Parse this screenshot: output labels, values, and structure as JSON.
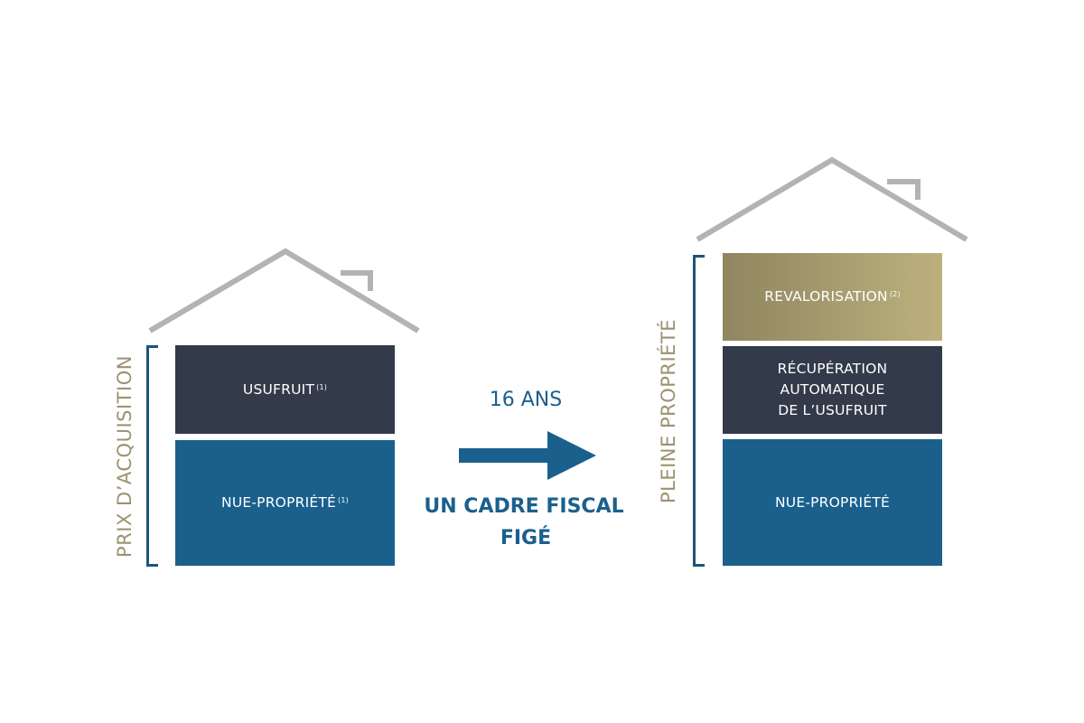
{
  "left_house": {
    "side_label": "PRIX D’ACQUISITION",
    "blocks": [
      {
        "label": "USUFRUIT",
        "note": "(1)"
      },
      {
        "label": "NUE-PROPRIÉTÉ",
        "note": "(1)"
      }
    ]
  },
  "transition": {
    "duration": "16 ANS",
    "caption_line1": "UN CADRE FISCAL",
    "caption_line2": "FIGÉ"
  },
  "right_house": {
    "side_label": "PLEINE PROPRIÉTÉ",
    "blocks": [
      {
        "label": "REVALORISATION",
        "note": "(2)"
      },
      {
        "line1": "RÉCUPÉRATION",
        "line2": "AUTOMATIQUE",
        "line3": "DE L’USUFRUIT"
      },
      {
        "label": "NUE-PROPRIÉTÉ"
      }
    ]
  },
  "colors": {
    "dark": "#333a4a",
    "blue": "#1b608d",
    "gold": "#bcb17d",
    "label_gold": "#9c9272",
    "roof_gray": "#b3b3b3"
  }
}
